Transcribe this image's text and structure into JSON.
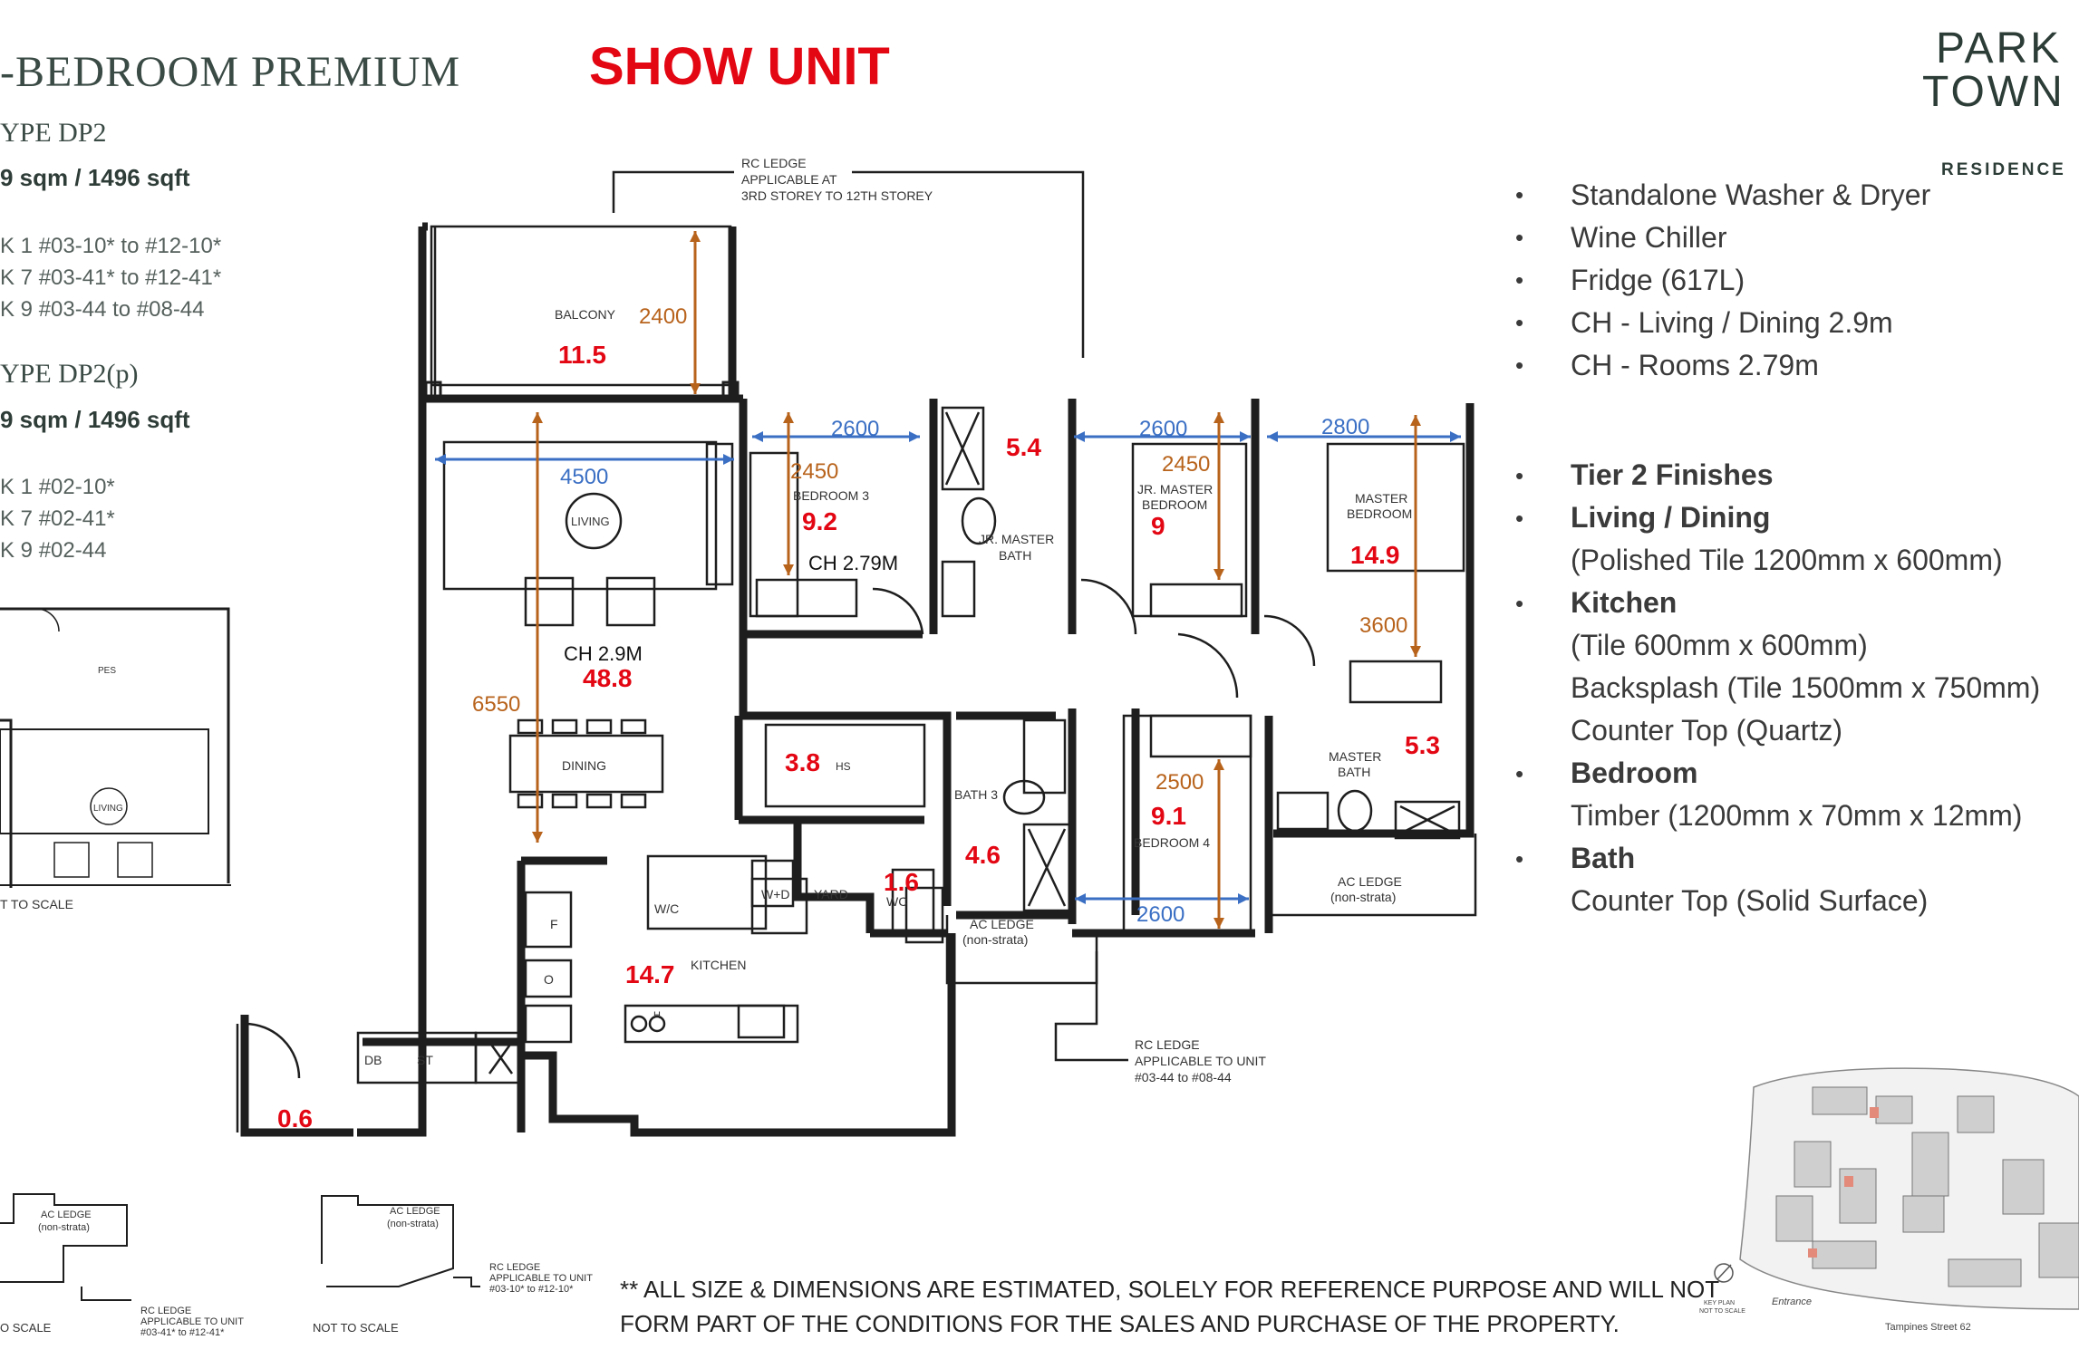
{
  "header": {
    "title": "-BEDROOM PREMIUM",
    "show_unit": "SHOW UNIT"
  },
  "type_dp2": {
    "label": "YPE DP2",
    "area": "9 sqm / 1496 sqft",
    "units": [
      "K 1 #03-10* to #12-10*",
      "K 7 #03-41* to #12-41*",
      "K 9 #03-44 to #08-44"
    ]
  },
  "type_dp2p": {
    "label": "YPE DP2(p)",
    "area": "9 sqm / 1496 sqft",
    "units": [
      "K 1 #02-10*",
      "K 7 #02-41*",
      "K 9 #02-44"
    ]
  },
  "logo": {
    "line1": "PARK",
    "line2": "TOWN",
    "line3": "RESIDENCE"
  },
  "features_top": [
    "Standalone Washer & Dryer",
    "Wine Chiller",
    "Fridge (617L)",
    "CH - Living / Dining 2.9m",
    "CH - Rooms 2.79m"
  ],
  "finishes": {
    "tier": "Tier 2 Finishes",
    "living_head": "Living / Dining",
    "living_detail": "(Polished Tile 1200mm x 600mm)",
    "kitchen_head": "Kitchen",
    "kitchen_detail1": "(Tile 600mm x 600mm)",
    "kitchen_detail2": "Backsplash (Tile 1500mm x 750mm)",
    "kitchen_detail3": "Counter Top (Quartz)",
    "bedroom_head": "Bedroom",
    "bedroom_detail": "Timber (1200mm x 70mm x 12mm)",
    "bath_head": "Bath",
    "bath_detail": "Counter Top (Solid Surface)"
  },
  "disclaimer": {
    "line1": "** ALL SIZE & DIMENSIONS ARE ESTIMATED, SOLELY FOR REFERENCE PURPOSE AND WILL NOT",
    "line2": "FORM PART OF THE CONDITIONS FOR THE SALES AND PURCHASE OF THE PROPERTY."
  },
  "plan": {
    "rc_ledge_top": [
      "RC LEDGE",
      "APPLICABLE AT",
      "3RD STOREY TO 12TH STOREY"
    ],
    "rc_ledge_bottom": [
      "RC LEDGE",
      "APPLICABLE TO UNIT",
      "#03-44 to #08-44"
    ],
    "rooms": {
      "balcony": "BALCONY",
      "living": "LIVING",
      "dining": "DINING",
      "kitchen": "KITCHEN",
      "bedroom3": "BEDROOM 3",
      "jr_master_bath": [
        "JR. MASTER",
        "BATH"
      ],
      "jr_master_bedroom": [
        "JR. MASTER",
        "BEDROOM"
      ],
      "master_bedroom": [
        "MASTER",
        "BEDROOM"
      ],
      "master_bath": [
        "MASTER",
        "BATH"
      ],
      "bath3": "BATH 3",
      "bedroom4": "BEDROOM 4",
      "yard": "YARD",
      "wc": "WC",
      "hs": "HS",
      "wd": "W+D",
      "wc_fridge": "W/C",
      "f": "F",
      "o": "O",
      "h": "H",
      "db": "DB",
      "st": "ST",
      "ac_ledge": [
        "AC LEDGE",
        "(non-strata)"
      ]
    },
    "areas": {
      "balcony": "11.5",
      "living": "48.8",
      "bedroom3": "9.2",
      "jr_bath": "5.4",
      "jr_bedroom": "9",
      "master_bedroom": "14.9",
      "master_bath": "5.3",
      "hs": "3.8",
      "wc": "1.6",
      "bath3": "4.6",
      "bedroom4": "9.1",
      "kitchen": "14.7",
      "entry": "0.6"
    },
    "dims": {
      "balcony_depth": "2400",
      "living_width": "4500",
      "living_depth": "6550",
      "bed3_width": "2600",
      "bed3_depth": "2450",
      "jr_width": "2600",
      "jr_depth": "2450",
      "master_width": "2800",
      "master_depth": "3600",
      "bed4_width": "2600",
      "bed4_depth": "2500"
    },
    "ceiling": {
      "rooms": "CH 2.79M",
      "living": "CH 2.9M"
    }
  },
  "inset": {
    "pes": "PES",
    "living": "LIVING",
    "not_to_scale": "T TO SCALE"
  },
  "bottom_insets": {
    "ac_ledge": [
      "AC LEDGE",
      "(non-strata)"
    ],
    "rc1": [
      "RC LEDGE",
      "APPLICABLE TO UNIT",
      "#03-41* to #12-41*"
    ],
    "rc2": [
      "RC LEDGE",
      "APPLICABLE TO UNIT",
      "#03-10* to #12-10*"
    ],
    "scale1": "O SCALE",
    "scale2": "NOT TO SCALE"
  },
  "keyplan": {
    "entrance": "Entrance",
    "street": "Tampines Street 62",
    "note": [
      "KEY PLAN",
      "NOT TO SCALE"
    ]
  },
  "colors": {
    "red": "#e30613",
    "blue_dim": "#3a6fc4",
    "orange_dim": "#b8631c",
    "wall": "#1e1e1e"
  }
}
